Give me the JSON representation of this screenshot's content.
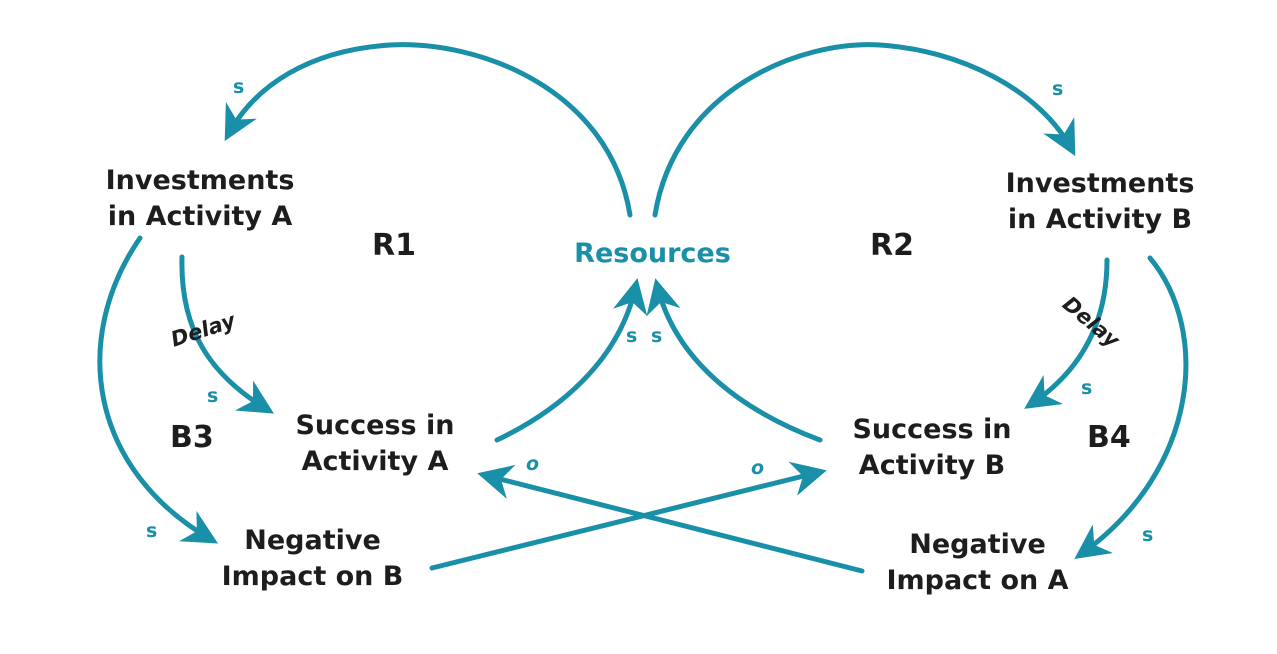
{
  "colors": {
    "arrow": "#1a8fa8",
    "text": "#1d1d1d",
    "resources": "#1a8fa8"
  },
  "nodes": {
    "investments_a": [
      "Investments",
      "in Activity A"
    ],
    "investments_b": [
      "Investments",
      "in Activity B"
    ],
    "resources": "Resources",
    "success_a": [
      "Success in",
      "Activity A"
    ],
    "success_b": [
      "Success in",
      "Activity B"
    ],
    "negative_b": [
      "Negative",
      "Impact on B"
    ],
    "negative_a": [
      "Negative",
      "Impact on A"
    ]
  },
  "loops": {
    "r1": "R1",
    "r2": "R2",
    "b3": "B3",
    "b4": "B4"
  },
  "delays": {
    "a": "Delay",
    "b": "Delay"
  },
  "polarity": {
    "res_to_inv_a": "s",
    "res_to_inv_b": "s",
    "inv_a_to_succ_a": "s",
    "inv_b_to_succ_b": "s",
    "succ_a_to_res": "s",
    "succ_b_to_res": "s",
    "inv_a_to_neg_b": "s",
    "inv_b_to_neg_a": "s",
    "neg_a_to_succ_a": "o",
    "neg_b_to_succ_b": "o"
  }
}
